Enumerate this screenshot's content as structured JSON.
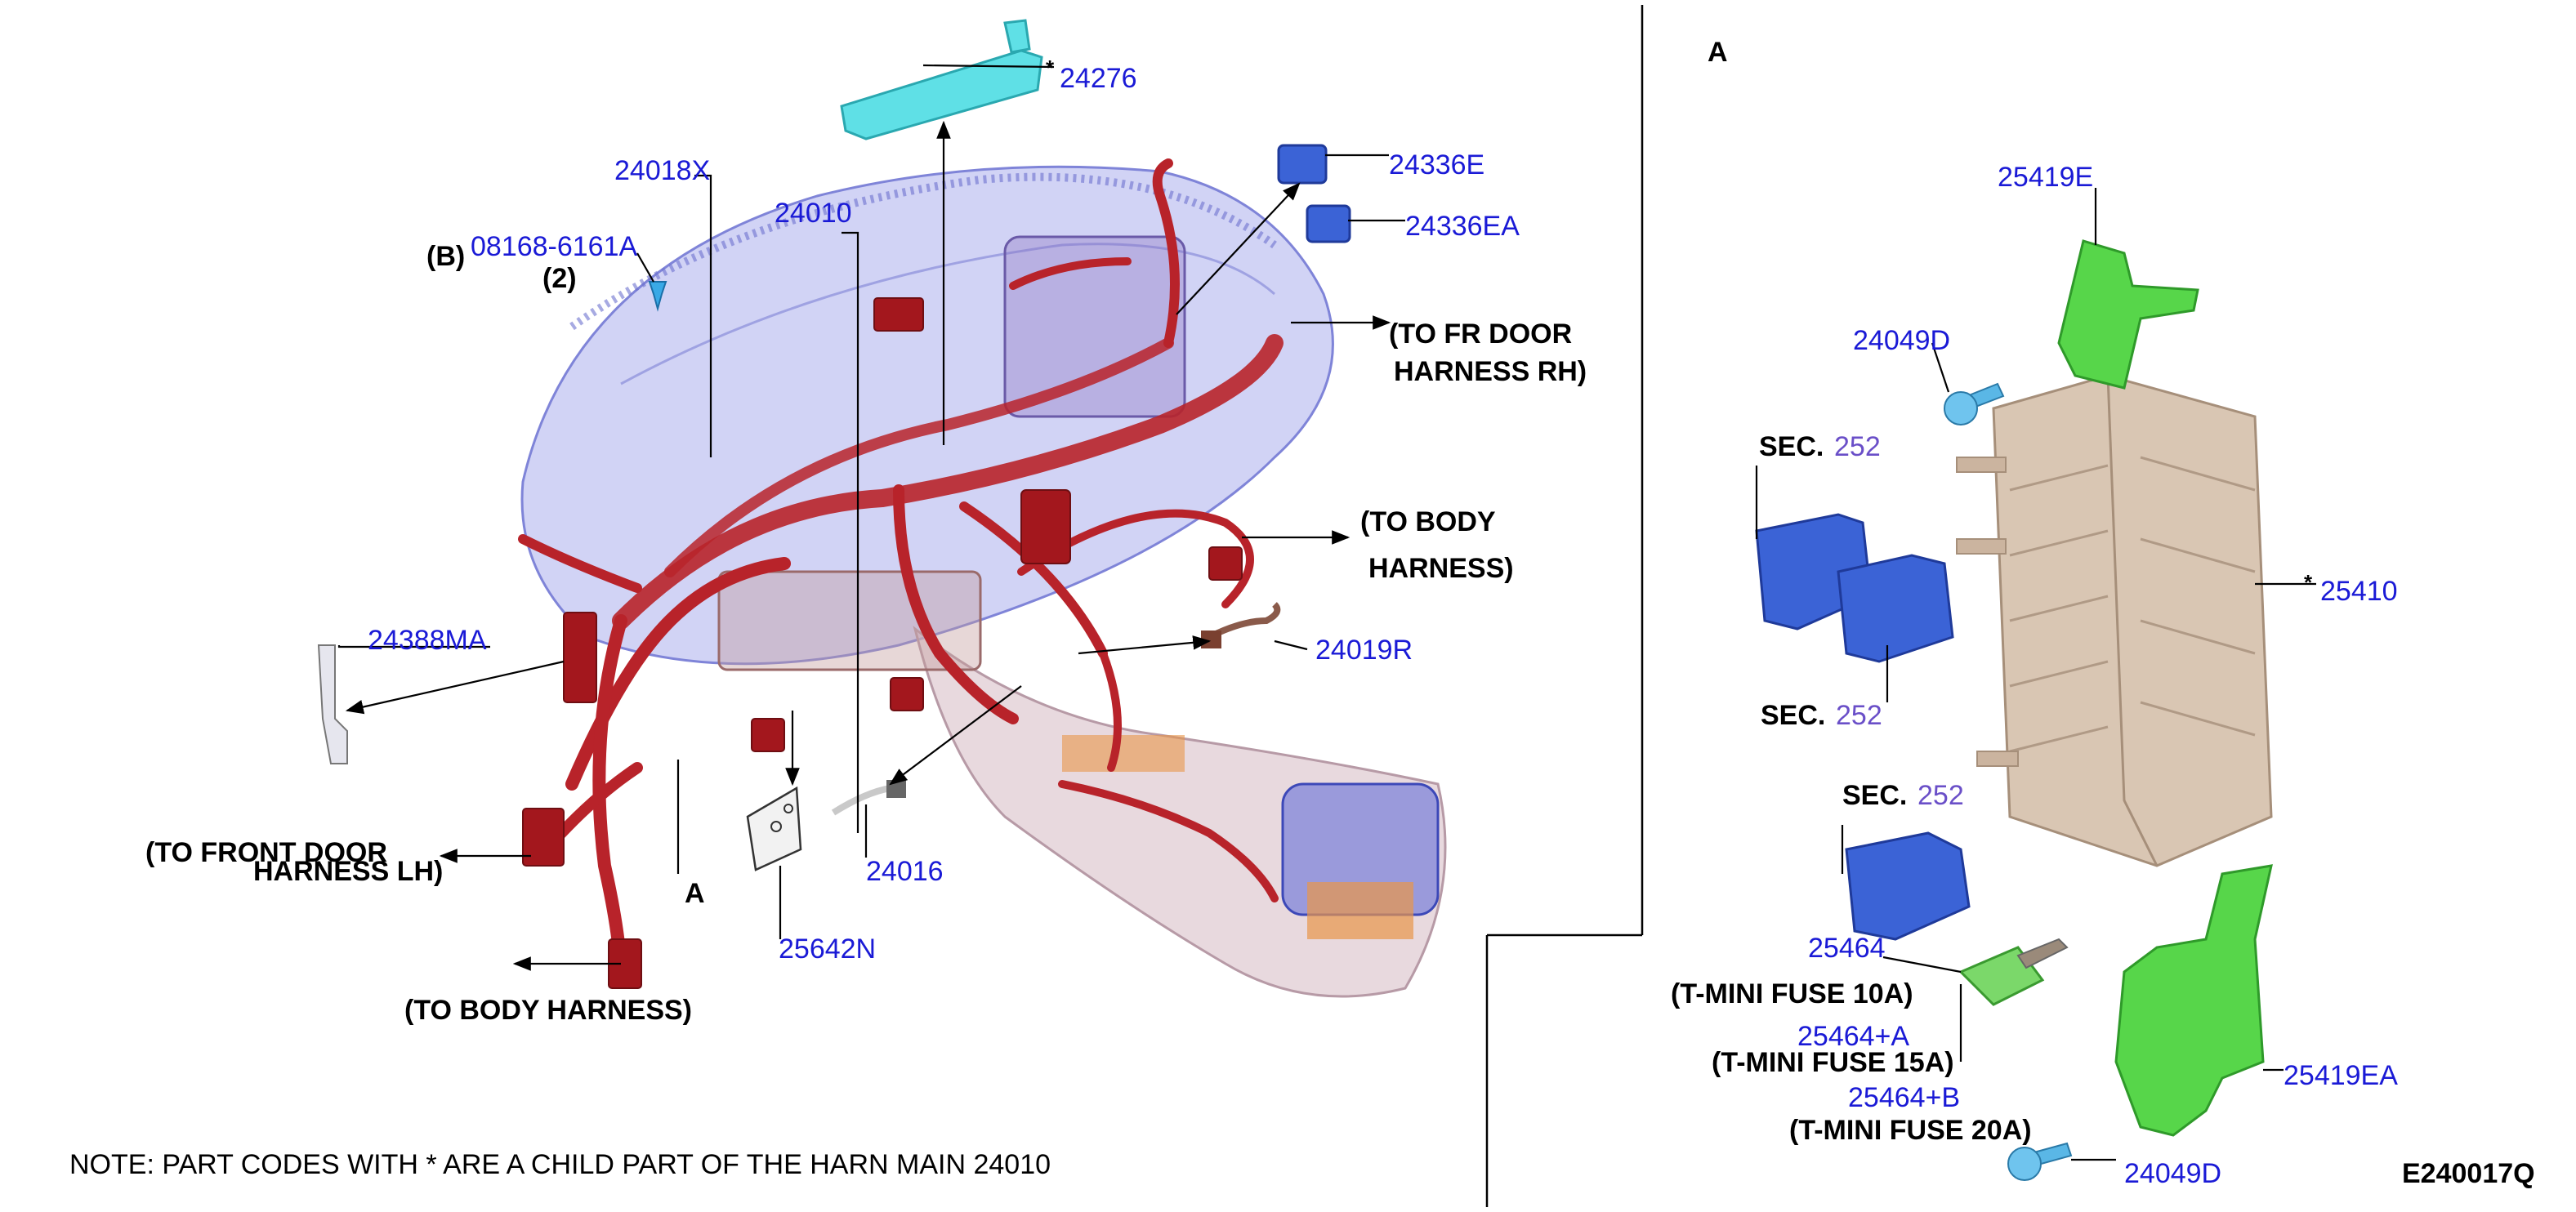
{
  "labels": {
    "p24276": "24276",
    "p24018x": "24018X",
    "p24010": "24010",
    "p08168_b": "(B)",
    "p08168": "08168-6161A",
    "p08168_qty": "(2)",
    "p24336e": "24336E",
    "p24336ea": "24336EA",
    "to_fr_door_1": "(TO FR DOOR",
    "to_fr_door_2": "HARNESS RH)",
    "to_body_1": "(TO BODY",
    "to_body_2": "HARNESS)",
    "p24388ma": "24388MA",
    "p24019r": "24019R",
    "to_front_door_1": "(TO FRONT DOOR",
    "to_front_door_2": "HARNESS LH)",
    "a_marker": "A",
    "p24016": "24016",
    "p25642n": "25642N",
    "to_body_harness": "(TO BODY HARNESS)",
    "note": "NOTE: PART CODES WITH * ARE A CHILD PART OF THE HARN MAIN 24010"
  },
  "detail": {
    "title": "A",
    "p25419e": "25419E",
    "p24049d_top": "24049D",
    "sec_prefix": "SEC.",
    "sec_num": "252",
    "p25410": "25410",
    "p25464": "25464",
    "fuse10": "(T-MINI FUSE 10A)",
    "p25464a": "25464+A",
    "fuse15": "(T-MINI FUSE 15A)",
    "p25464b": "25464+B",
    "fuse20": "(T-MINI FUSE 20A)",
    "p25419ea": "25419EA",
    "p24049d_bottom": "24049D",
    "figure_code": "E240017Q"
  },
  "colors": {
    "part_number": "#1a1ad6",
    "section_number": "#6a4fc8",
    "harness": "#b8232a",
    "panel": "#9a9ee8",
    "relay": "#3b63d6",
    "bracket": "#57d64a",
    "fuse_box": "#d9c6b3",
    "bracket_cyan": "#5fe0e6"
  }
}
